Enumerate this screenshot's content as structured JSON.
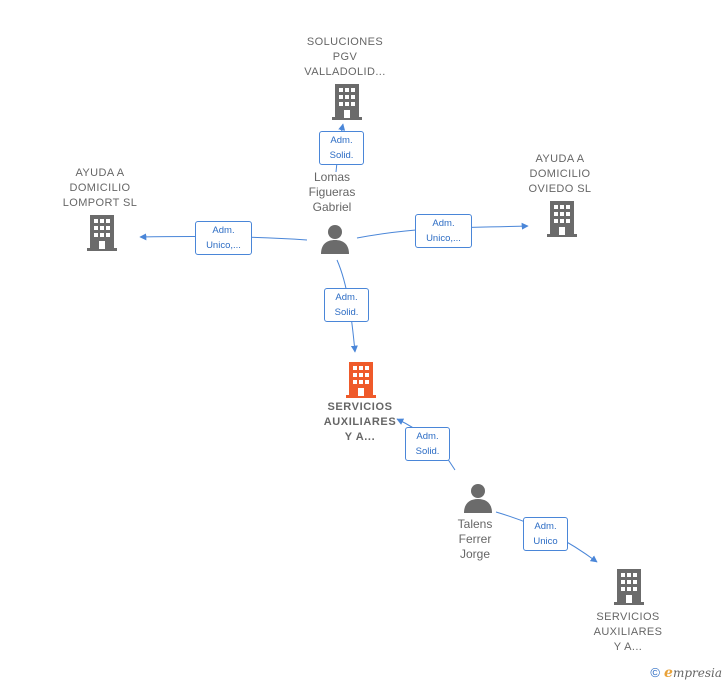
{
  "colors": {
    "edge": "#4a86d8",
    "company_gray": "#6b6b6b",
    "company_main": "#ef5a2a",
    "person": "#6b6b6b"
  },
  "nodes": {
    "soluciones": "SOLUCIONES\nPGV\nVALLADOLID...",
    "ayuda_lomport": "AYUDA A\nDOMICILIO\nLOMPORT  SL",
    "ayuda_oviedo": "AYUDA A\nDOMICILIO\nOVIEDO  SL",
    "servicios_main": "SERVICIOS\nAUXILIARES\nY A...",
    "servicios_other": "SERVICIOS\nAUXILIARES\nY A...",
    "person_lomas": "Lomas\nFigueras\nGabriel",
    "person_talens": "Talens\nFerrer\nJorge"
  },
  "edges": {
    "to_soluciones": "Adm.\nSolid.",
    "to_lomport": "Adm.\nUnico,...",
    "to_oviedo": "Adm.\nUnico,...",
    "lomas_to_main": "Adm.\nSolid.",
    "talens_to_main": "Adm.\nSolid.",
    "talens_to_other": "Adm.\nUnico"
  },
  "watermark": {
    "copyright": "©",
    "brand_initial": "e",
    "brand_rest": "mpresia"
  }
}
